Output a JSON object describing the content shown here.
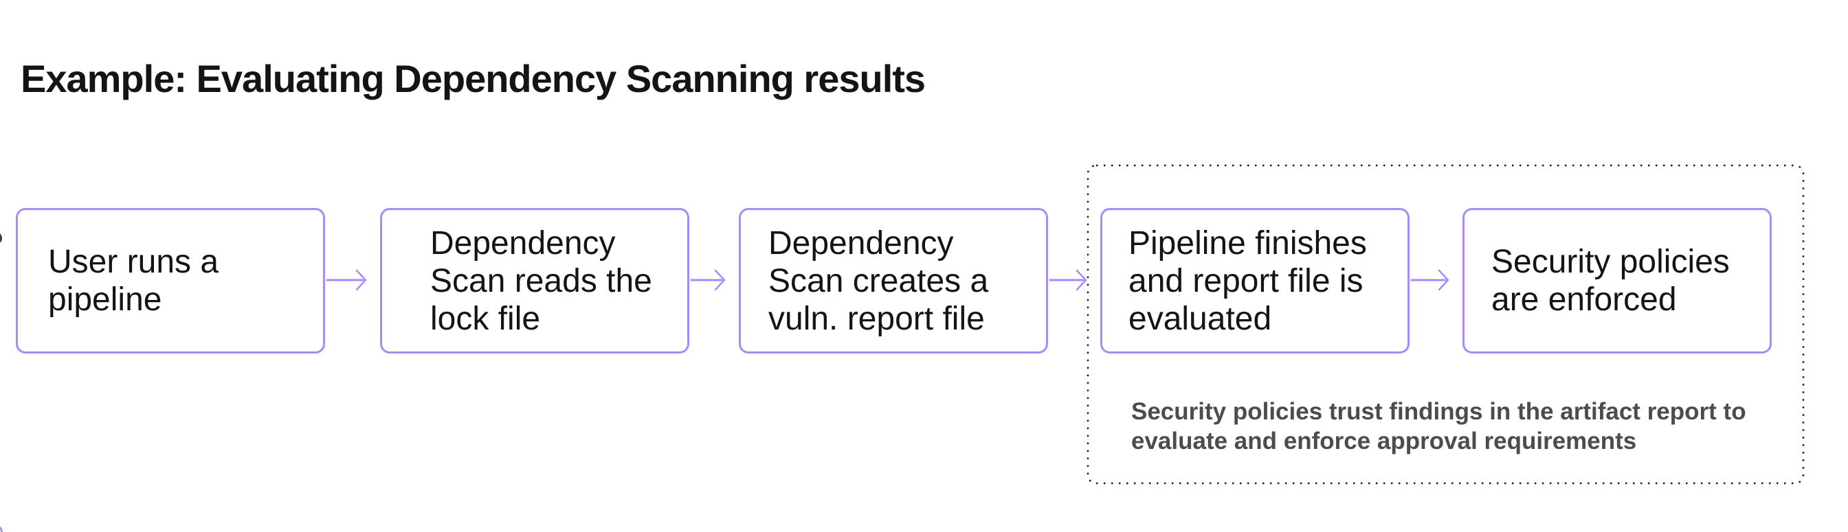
{
  "title": "Example: Evaluating Dependency Scanning results",
  "colors": {
    "accent_purple": "#a78bfa",
    "text_dark": "#141417",
    "note_gray": "#4b4b50",
    "dotted_outline": "#18181b",
    "background": "#ffffff"
  },
  "flow": {
    "boxes": [
      {
        "id": "user-runs-pipeline",
        "lines": [
          "User runs a",
          "pipeline"
        ]
      },
      {
        "id": "dep-scan-reads-lock",
        "lines": [
          "Dependency",
          "Scan reads the",
          "lock file"
        ]
      },
      {
        "id": "dep-scan-creates-report",
        "lines": [
          "Dependency",
          "Scan creates a",
          "vuln. report file"
        ]
      },
      {
        "id": "pipeline-finishes",
        "lines": [
          "Pipeline finishes",
          "and report file is",
          "evaluated"
        ]
      },
      {
        "id": "policies-enforced",
        "lines": [
          "Security policies",
          "are enforced"
        ]
      }
    ],
    "note": {
      "lines": [
        "Security policies trust findings in the artifact report to",
        "evaluate and enforce approval requirements"
      ]
    }
  }
}
